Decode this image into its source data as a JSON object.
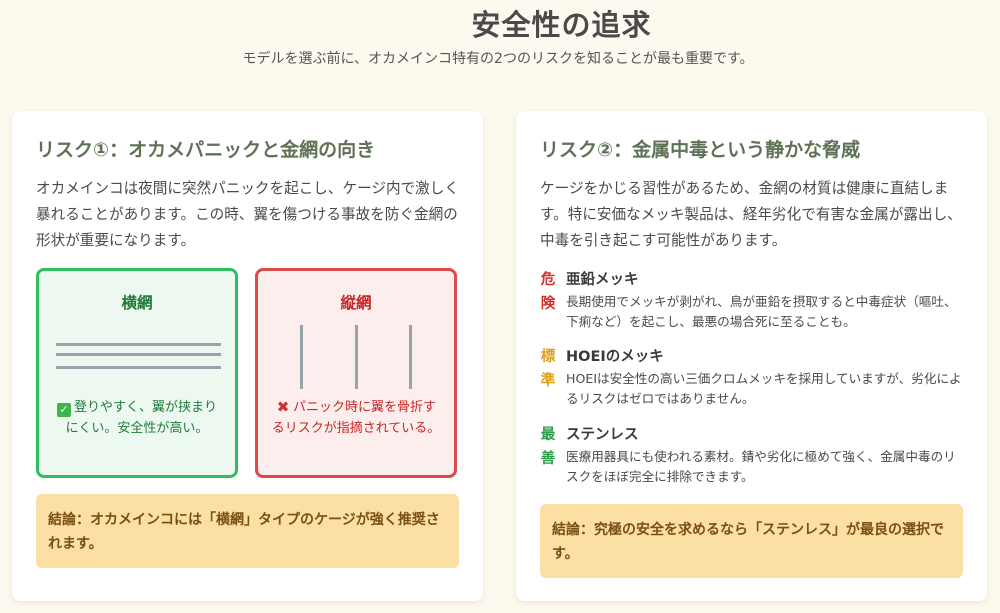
{
  "header": {
    "title": "安全性の追求",
    "subtitle": "モデルを選ぶ前に、オカメインコ特有の2つのリスクを知ることが最も重要です。"
  },
  "risk1": {
    "title": "リスク①：オカメパニックと金網の向き",
    "body": "オカメインコは夜間に突然パニックを起こし、ケージ内で激しく暴れることがあります。この時、翼を傷つける事故を防ぐ金網の形状が重要になります。",
    "good": {
      "title": "横網",
      "icon": "check-mark-icon",
      "note": "登りやすく、翼が挟まりにくい。安全性が高い。",
      "border_color": "#2fbf5e"
    },
    "bad": {
      "title": "縦網",
      "icon": "cross-mark-icon",
      "note": "パニック時に翼を骨折するリスクが指摘されている。",
      "border_color": "#de4a4a"
    },
    "conclusion": "結論：オカメインコには「横網」タイプのケージが強く推奨されます。"
  },
  "risk2": {
    "title": "リスク②：金属中毒という静かな脅威",
    "body": "ケージをかじる習性があるため、金網の材質は健康に直結します。特に安価なメッキ製品は、経年劣化で有害な金属が露出し、中毒を引き起こす可能性があります。",
    "items": [
      {
        "level": "危険",
        "level_color": "#d32f2f",
        "name": "亜鉛メッキ",
        "desc": "長期使用でメッキが剥がれ、鳥が亜鉛を摂取すると中毒症状（嘔吐、下痢など）を起こし、最悪の場合死に至ることも。"
      },
      {
        "level": "標準",
        "level_color": "#d9a21b",
        "name": "HOEIのメッキ",
        "desc": "HOEIは安全性の高い三価クロムメッキを採用していますが、劣化によるリスクはゼロではありません。"
      },
      {
        "level": "最善",
        "level_color": "#2e9e4f",
        "name": "ステンレス",
        "desc": "医療用器具にも使われる素材。錆や劣化に極めて強く、金属中毒のリスクをほぼ完全に排除できます。"
      }
    ],
    "conclusion": "結論：究極の安全を求めるなら「ステンレス」が最良の選択です。"
  },
  "colors": {
    "background": "#fdf9ee",
    "card_title": "#5e7356",
    "conclusion_bg": "#fbdfa4",
    "conclusion_text": "#7a4f12"
  }
}
